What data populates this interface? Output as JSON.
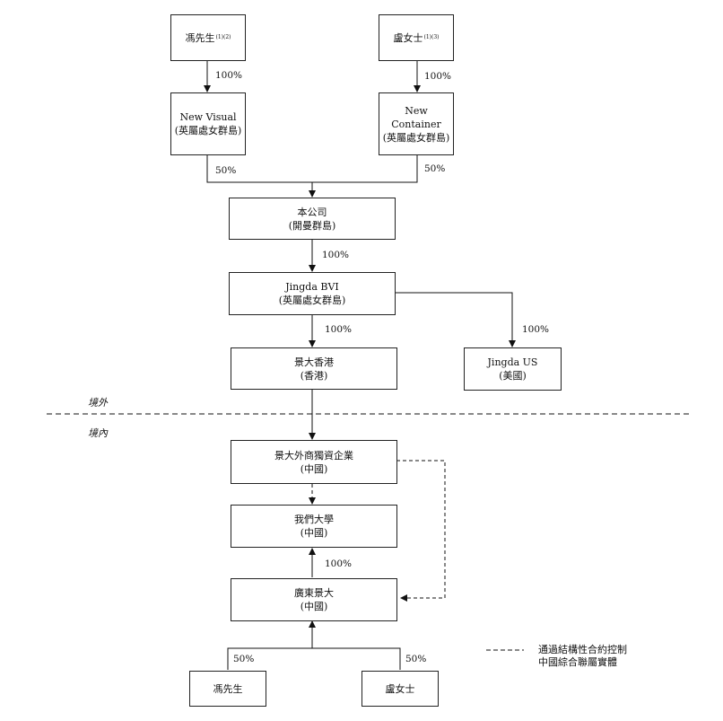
{
  "nodes": {
    "feng": {
      "line1": "馮先生",
      "sup": "(1)(2)"
    },
    "lu": {
      "line1": "盧女士",
      "sup": "(1)(3)"
    },
    "new_visual": {
      "line1": "New Visual",
      "line2": "(英屬處女群島)"
    },
    "new_container": {
      "line1": "New Container",
      "line2": "(英屬處女群島)"
    },
    "company": {
      "line1": "本公司",
      "line2": "(開曼群島)"
    },
    "jingda_bvi": {
      "line1": "Jingda BVI",
      "line2": "(英屬處女群島)"
    },
    "jingda_hk": {
      "line1": "景大香港",
      "line2": "(香港)"
    },
    "jingda_us": {
      "line1": "Jingda US",
      "line2": "(美國)"
    },
    "wfoe": {
      "line1": "景大外商獨資企業",
      "line2": "(中國)"
    },
    "university": {
      "line1": "我們大學",
      "line2": "(中國)"
    },
    "guangdong": {
      "line1": "廣東景大",
      "line2": "(中國)"
    },
    "feng_bottom": {
      "line1": "馮先生"
    },
    "lu_bottom": {
      "line1": "盧女士"
    }
  },
  "edge_labels": {
    "feng_to_nv": "100%",
    "lu_to_nc": "100%",
    "nv_to_company": "50%",
    "nc_to_company": "50%",
    "company_to_bvi": "100%",
    "bvi_to_hk": "100%",
    "bvi_to_us": "100%",
    "gd_to_univ": "100%",
    "feng_to_gd": "50%",
    "lu_to_gd": "50%"
  },
  "regions": {
    "offshore": "境外",
    "onshore": "境內"
  },
  "legend": {
    "line1": "通過結構性合約控制",
    "line2": "中國綜合聯屬實體"
  }
}
